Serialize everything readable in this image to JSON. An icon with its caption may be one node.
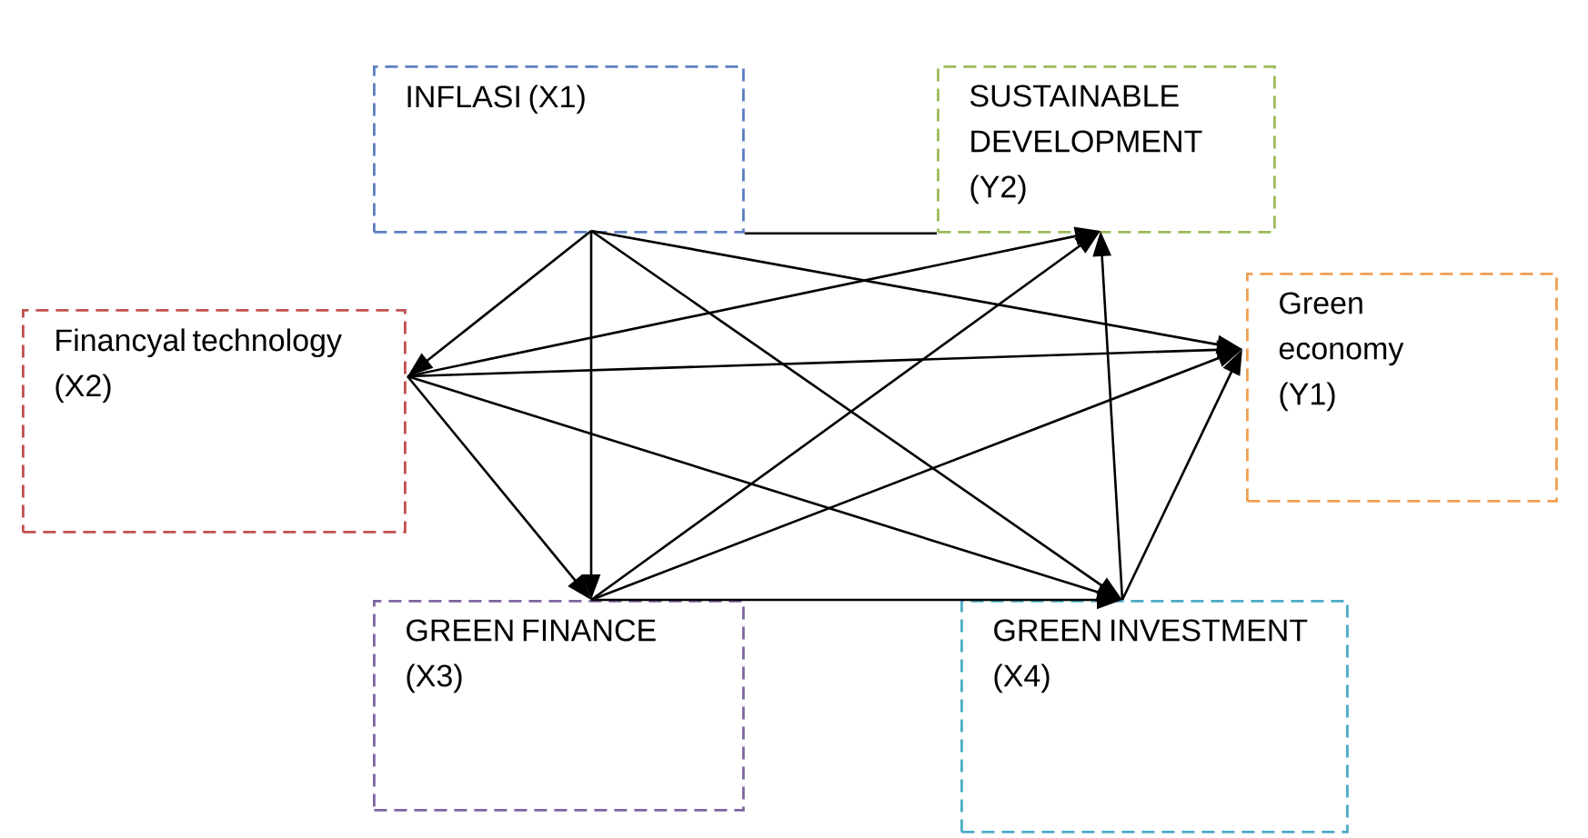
{
  "diagram": {
    "nodes": [
      {
        "text": [
          "INFLASI (X1)"
        ]
      },
      {
        "text": [
          "SUSTAINABLE DEVELOPMENT (Y2)"
        ]
      },
      {
        "text": [
          "Green economy (Y1)"
        ]
      },
      {
        "text": [
          "Financyal technology (X2)"
        ]
      },
      {
        "text": [
          "GREEN FINANCE (X3)"
        ]
      },
      {
        "text": [
          "GREEN INVESTMENT (X4)"
        ]
      }
    ],
    "edges": [
      {
        "from": 0,
        "to": 3,
        "arrow": "to"
      },
      {
        "from": 0,
        "to": 4,
        "arrow": "to"
      },
      {
        "from": 0,
        "to": 5,
        "arrow": "to"
      },
      {
        "from": 0,
        "to": 2,
        "arrow": "to"
      },
      {
        "from": 0,
        "to": 1,
        "arrow": "none"
      },
      {
        "from": 3,
        "to": 1,
        "arrow": "to"
      },
      {
        "from": 3,
        "to": 2,
        "arrow": "to"
      },
      {
        "from": 3,
        "to": 5,
        "arrow": "to"
      },
      {
        "from": 3,
        "to": 4,
        "arrow": "to"
      },
      {
        "from": 4,
        "to": 1,
        "arrow": "to"
      },
      {
        "from": 4,
        "to": 2,
        "arrow": "to"
      },
      {
        "from": 4,
        "to": 5,
        "arrow": "to"
      },
      {
        "from": 5,
        "to": 1,
        "arrow": "to"
      },
      {
        "from": 5,
        "to": 2,
        "arrow": "to"
      }
    ]
  }
}
